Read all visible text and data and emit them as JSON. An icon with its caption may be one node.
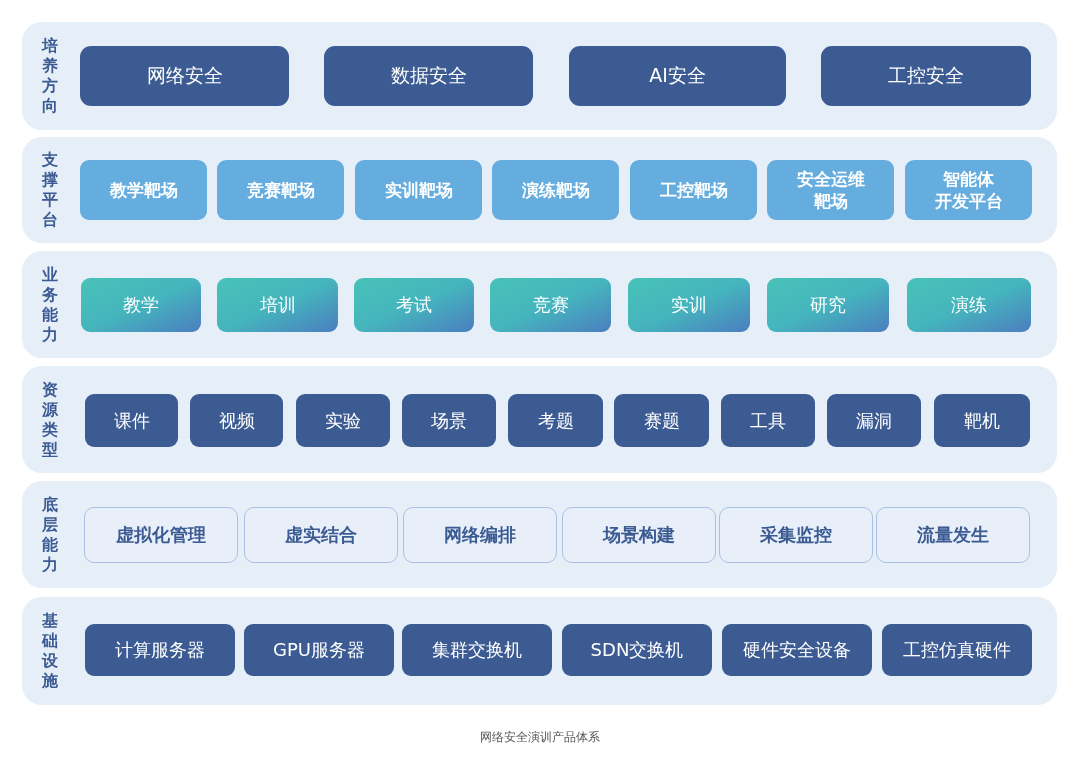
{
  "diagram": {
    "caption": "网络安全演训产品体系",
    "nodes": [
      {
        "text": [
          "培养方向"
        ]
      },
      {
        "text": [
          "网络安全"
        ],
        "in": 0
      },
      {
        "text": [
          "数据安全"
        ],
        "in": 0
      },
      {
        "text": [
          "AI安全"
        ],
        "in": 0
      },
      {
        "text": [
          "工控安全"
        ],
        "in": 0
      },
      {
        "text": [
          "支撑平台"
        ]
      },
      {
        "text": [
          "教学靶场"
        ],
        "in": 5
      },
      {
        "text": [
          "竞赛靶场"
        ],
        "in": 5
      },
      {
        "text": [
          "实训靶场"
        ],
        "in": 5
      },
      {
        "text": [
          "演练靶场"
        ],
        "in": 5
      },
      {
        "text": [
          "工控靶场"
        ],
        "in": 5
      },
      {
        "text": [
          "安全运维靶场"
        ],
        "in": 5
      },
      {
        "text": [
          "智能体开发平台"
        ],
        "in": 5
      },
      {
        "text": [
          "业务能力"
        ]
      },
      {
        "text": [
          "教学"
        ],
        "in": 13
      },
      {
        "text": [
          "培训"
        ],
        "in": 13
      },
      {
        "text": [
          "考试"
        ],
        "in": 13
      },
      {
        "text": [
          "竞赛"
        ],
        "in": 13
      },
      {
        "text": [
          "实训"
        ],
        "in": 13
      },
      {
        "text": [
          "研究"
        ],
        "in": 13
      },
      {
        "text": [
          "演练"
        ],
        "in": 13
      },
      {
        "text": [
          "资源类型"
        ]
      },
      {
        "text": [
          "课件"
        ],
        "in": 21
      },
      {
        "text": [
          "视频"
        ],
        "in": 21
      },
      {
        "text": [
          "实验"
        ],
        "in": 21
      },
      {
        "text": [
          "场景"
        ],
        "in": 21
      },
      {
        "text": [
          "考题"
        ],
        "in": 21
      },
      {
        "text": [
          "赛题"
        ],
        "in": 21
      },
      {
        "text": [
          "工具"
        ],
        "in": 21
      },
      {
        "text": [
          "漏洞"
        ],
        "in": 21
      },
      {
        "text": [
          "靶机"
        ],
        "in": 21
      },
      {
        "text": [
          "底层能力"
        ]
      },
      {
        "text": [
          "虚拟化管理"
        ],
        "in": 31
      },
      {
        "text": [
          "虚实结合"
        ],
        "in": 31
      },
      {
        "text": [
          "网络编排"
        ],
        "in": 31
      },
      {
        "text": [
          "场景构建"
        ],
        "in": 31
      },
      {
        "text": [
          "采集监控"
        ],
        "in": 31
      },
      {
        "text": [
          "流量发生"
        ],
        "in": 31
      },
      {
        "text": [
          "基础设施"
        ]
      },
      {
        "text": [
          "计算服务器"
        ],
        "in": 38
      },
      {
        "text": [
          "GPU服务器"
        ],
        "in": 38
      },
      {
        "text": [
          "集群交换机"
        ],
        "in": 38
      },
      {
        "text": [
          "SDN交换机"
        ],
        "in": 38
      },
      {
        "text": [
          "硬件安全设备"
        ],
        "in": 38
      },
      {
        "text": [
          "工控仿真硬件"
        ],
        "in": 38
      }
    ]
  }
}
